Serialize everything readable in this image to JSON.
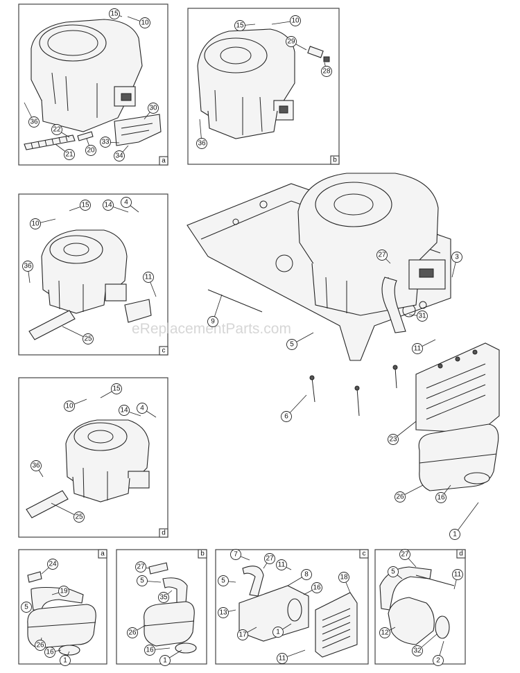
{
  "watermark": "eReplacementParts.com",
  "panels": {
    "a_top": {
      "tag": "a",
      "callouts": [
        "15",
        "10",
        "36",
        "22",
        "20",
        "30",
        "33",
        "34",
        "21"
      ]
    },
    "b_top": {
      "tag": "b",
      "callouts": [
        "15",
        "10",
        "29",
        "28",
        "36"
      ]
    },
    "c_mid": {
      "tag": "c",
      "callouts": [
        "15",
        "10",
        "14",
        "4",
        "36",
        "11",
        "25"
      ]
    },
    "d_mid": {
      "tag": "d",
      "callouts": [
        "15",
        "10",
        "14",
        "4",
        "36",
        "25"
      ]
    },
    "main": {
      "callouts": [
        "27",
        "3",
        "9",
        "31",
        "5",
        "11",
        "6",
        "23",
        "26",
        "16",
        "1"
      ]
    },
    "a_bot": {
      "tag": "a",
      "callouts": [
        "24",
        "19",
        "5",
        "26",
        "16",
        "1"
      ]
    },
    "b_bot": {
      "tag": "b",
      "callouts": [
        "27",
        "5",
        "35",
        "26",
        "16",
        "1"
      ]
    },
    "c_bot": {
      "tag": "c",
      "callouts": [
        "7",
        "27",
        "5",
        "11",
        "8",
        "16",
        "18",
        "13",
        "17",
        "1",
        "11"
      ]
    },
    "d_bot": {
      "tag": "d",
      "callouts": [
        "27",
        "5",
        "11",
        "12",
        "32",
        "2"
      ]
    }
  }
}
